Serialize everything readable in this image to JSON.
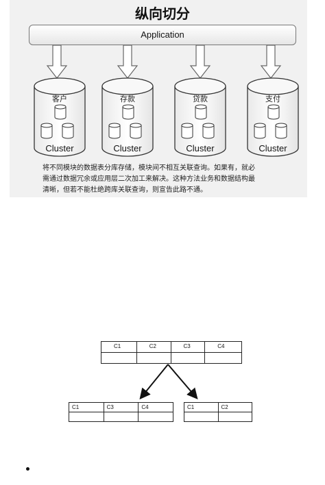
{
  "vertical_split": {
    "title": "纵向切分",
    "application_label": "Application",
    "databases": [
      {
        "name": "客户",
        "cluster_label": "Cluster"
      },
      {
        "name": "存款",
        "cluster_label": "Cluster"
      },
      {
        "name": "贷款",
        "cluster_label": "Cluster"
      },
      {
        "name": "支付",
        "cluster_label": "Cluster"
      }
    ],
    "note_lines": [
      "将不同模块的数据表分库存储，模块间不相互关联查询。如果有，就必",
      "需通过数据冗余或应用层二次加工来解决。这种方法业务和数据结构最",
      "清晰，但若不能杜绝跨库关联查询，则宣告此路不通。"
    ]
  },
  "column_split": {
    "source_table": {
      "columns": [
        "C1",
        "C2",
        "C3",
        "C4"
      ]
    },
    "result_tables": [
      {
        "columns": [
          "C1",
          "C3",
          "C4"
        ]
      },
      {
        "columns": [
          "C1",
          "C2"
        ]
      }
    ]
  }
}
